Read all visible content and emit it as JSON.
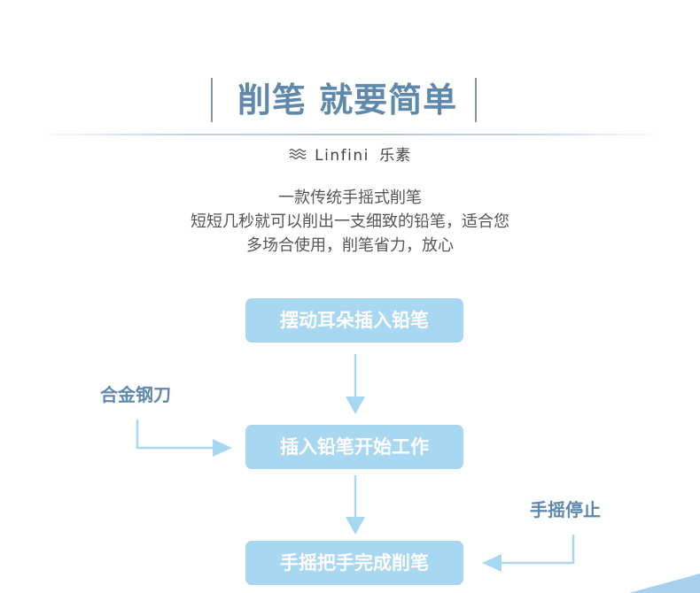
{
  "header": {
    "title": "削笔 就要简单",
    "title_color": "#5f88ad"
  },
  "brand": {
    "icon": "waves-icon",
    "name": "Linfini",
    "name_cn": "乐素"
  },
  "description": {
    "lines": [
      "一款传统手摇式削笔",
      "短短几秒就可以削出一支细致的铅笔，适合您",
      "多场合使用，削笔省力，放心"
    ]
  },
  "flow": {
    "steps": [
      "摆动耳朵插入铅笔",
      "插入铅笔开始工作",
      "手摇把手完成削笔"
    ],
    "side_labels": {
      "left": "合金钢刀",
      "right": "手摇停止"
    },
    "box_color": "#a8d7f2",
    "arrow_color": "#a8d7f2"
  }
}
